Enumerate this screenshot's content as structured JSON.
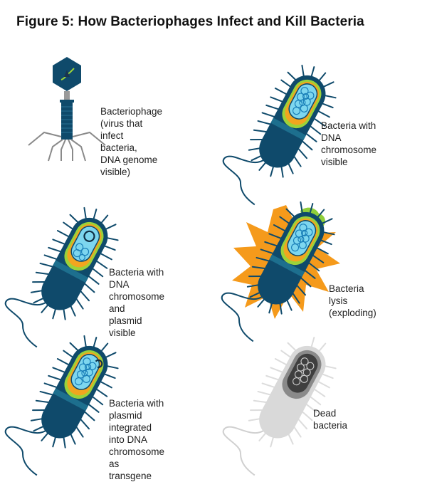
{
  "title": "Figure 5: How Bacteriophages Infect and Kill Bacteria",
  "colors": {
    "cell_dark": "#0f4a6b",
    "cell_band": "#1d6f8e",
    "membrane_lime": "#9bd23a",
    "cytoplasm_orange": "#f2a51f",
    "nucleoid_blue": "#7dd6ef",
    "dna_line": "#1a7fb8",
    "burst_orange": "#f59a1b",
    "leak_green": "#8fcf3a",
    "dead_gray": "#d9d9d9",
    "phage_leg": "#8a8a8a"
  },
  "panels": [
    {
      "id": "bacteriophage",
      "label_lines": [
        "Bacteriophage",
        "(virus that infect bacteria,",
        "DNA genome visible)"
      ],
      "icon": "bacteriophage-icon"
    },
    {
      "id": "bacteria-chromosome",
      "label_lines": [
        "Bacteria with DNA",
        "chromosome visible"
      ],
      "icon": "bacterium-icon"
    },
    {
      "id": "bacteria-plasmid",
      "label_lines": [
        "Bacteria with DNA",
        "chromosome and",
        "plasmid visible"
      ],
      "icon": "bacterium-plasmid-icon"
    },
    {
      "id": "bacteria-lysis",
      "label_lines": [
        "Bacteria lysis",
        "(exploding)"
      ],
      "icon": "bacterium-lysis-icon"
    },
    {
      "id": "bacteria-transgene",
      "label_lines": [
        "Bacteria with plasmid",
        "integrated into DNA",
        "chromosome as transgene"
      ],
      "icon": "bacterium-transgene-icon"
    },
    {
      "id": "dead-bacteria",
      "label_lines": [
        "Dead bacteria"
      ],
      "icon": "dead-bacterium-icon"
    }
  ]
}
